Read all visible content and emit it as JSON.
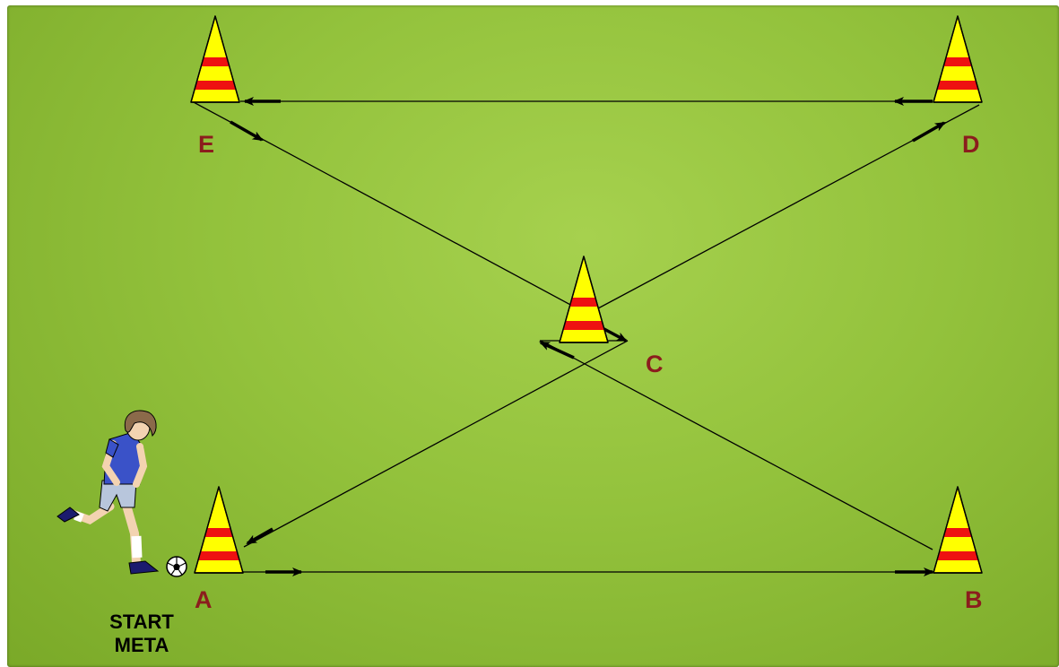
{
  "cones": [
    {
      "id": "A",
      "label": "A"
    },
    {
      "id": "B",
      "label": "B"
    },
    {
      "id": "C",
      "label": "C"
    },
    {
      "id": "D",
      "label": "D"
    },
    {
      "id": "E",
      "label": "E"
    }
  ],
  "start": {
    "line1": "START",
    "line2": "META"
  },
  "colors": {
    "field": "#93c23c",
    "cone_yellow": "#ffff00",
    "cone_red": "#ee1111",
    "label": "#8b1d1d",
    "path": "#000000"
  },
  "route": [
    "A",
    "B",
    "C",
    "D",
    "E",
    "C",
    "A"
  ]
}
